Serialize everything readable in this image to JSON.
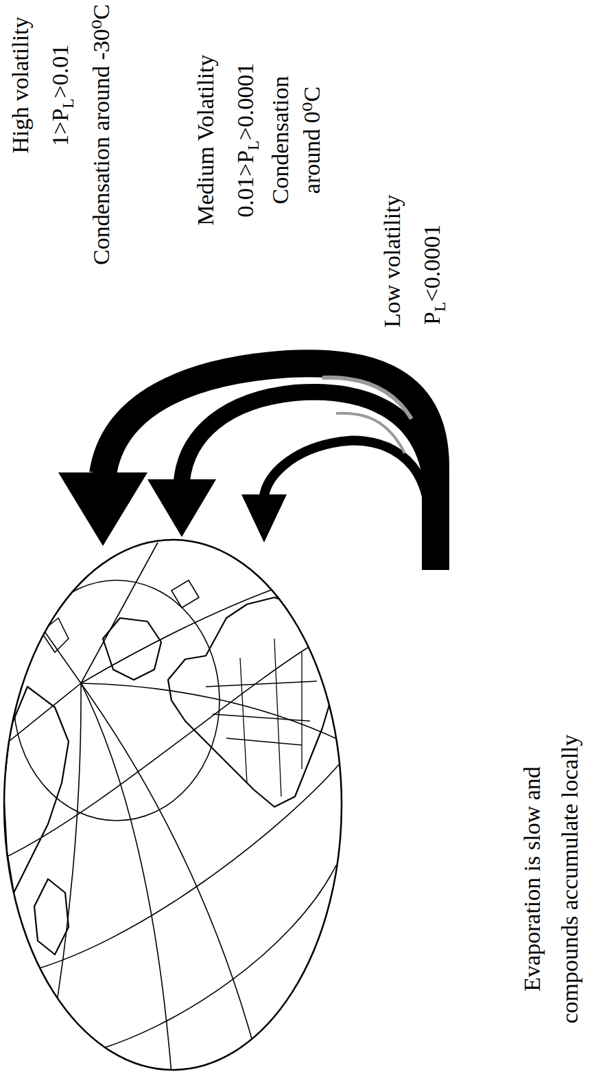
{
  "diagram": {
    "labels": [
      "High volatility",
      "1>PL>0.01",
      "Condensation around -30⁰C",
      "Medium Volatility",
      "0.01>PL>0.0001",
      "Condensation around 0⁰C",
      "Low volatility",
      "PL<0.0001",
      "Evaporation is slow and compounds accumulate locally"
    ]
  }
}
